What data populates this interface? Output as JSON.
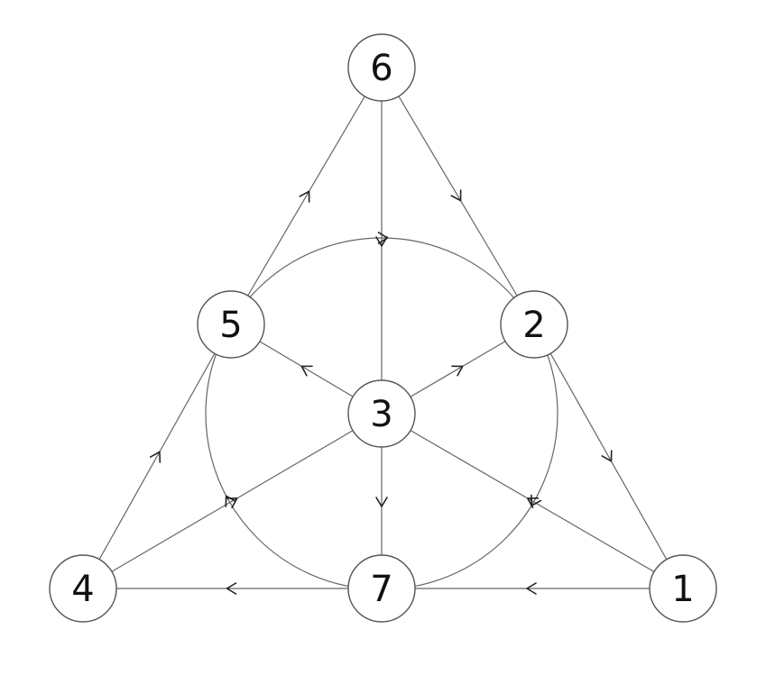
{
  "nodes": [
    {
      "id": "6",
      "label": "6"
    },
    {
      "id": "5",
      "label": "5"
    },
    {
      "id": "2",
      "label": "2"
    },
    {
      "id": "3",
      "label": "3"
    },
    {
      "id": "4",
      "label": "4"
    },
    {
      "id": "7",
      "label": "7"
    },
    {
      "id": "1",
      "label": "1"
    }
  ],
  "edges": [
    {
      "from": "5",
      "to": "6"
    },
    {
      "from": "6",
      "to": "2"
    },
    {
      "from": "6",
      "to": "3"
    },
    {
      "from": "4",
      "to": "5"
    },
    {
      "from": "2",
      "to": "1"
    },
    {
      "from": "7",
      "to": "4"
    },
    {
      "from": "1",
      "to": "7"
    },
    {
      "from": "3",
      "to": "5"
    },
    {
      "from": "3",
      "to": "2"
    },
    {
      "from": "4",
      "to": "3"
    },
    {
      "from": "1",
      "to": "3"
    },
    {
      "from": "3",
      "to": "7"
    }
  ],
  "circle_edges": [
    {
      "from": "5",
      "to": "2"
    },
    {
      "from": "2",
      "to": "7"
    },
    {
      "from": "7",
      "to": "5"
    }
  ]
}
